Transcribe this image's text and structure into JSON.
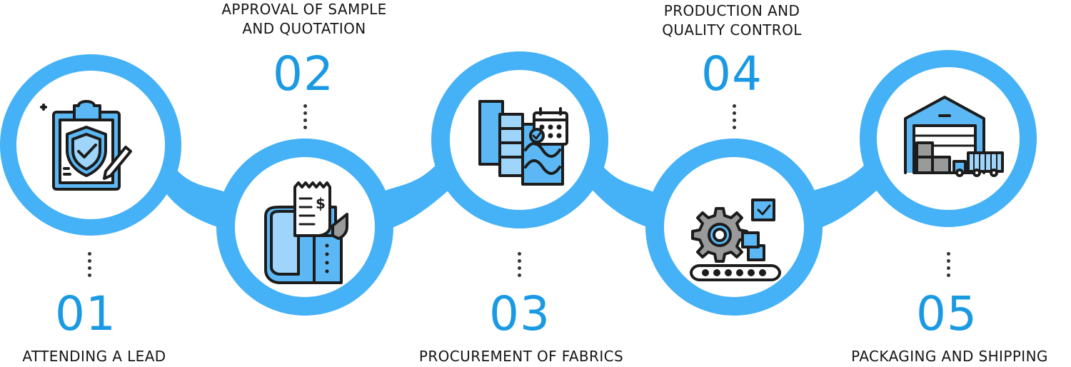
{
  "colors": {
    "ring": "#45b1f6",
    "accent": "#1b9ae4",
    "icon_fill": "#5bb8f5",
    "icon_light": "#9fd5fa",
    "outline": "#1c1c1c",
    "gear": "#9a9a9a"
  },
  "steps": [
    {
      "number": "01",
      "label": "ATTENDING A LEAD",
      "icon": "clipboard-shield-icon"
    },
    {
      "number": "02",
      "label": "APPROVAL OF SAMPLE\nAND QUOTATION",
      "icon": "fabric-roll-receipt-icon"
    },
    {
      "number": "03",
      "label": "PROCUREMENT OF FABRICS",
      "icon": "fabric-swatches-calendar-icon"
    },
    {
      "number": "04",
      "label": "PRODUCTION AND\nQUALITY CONTROL",
      "icon": "gear-conveyor-icon"
    },
    {
      "number": "05",
      "label": "PACKAGING AND SHIPPING",
      "icon": "warehouse-truck-icon"
    }
  ]
}
